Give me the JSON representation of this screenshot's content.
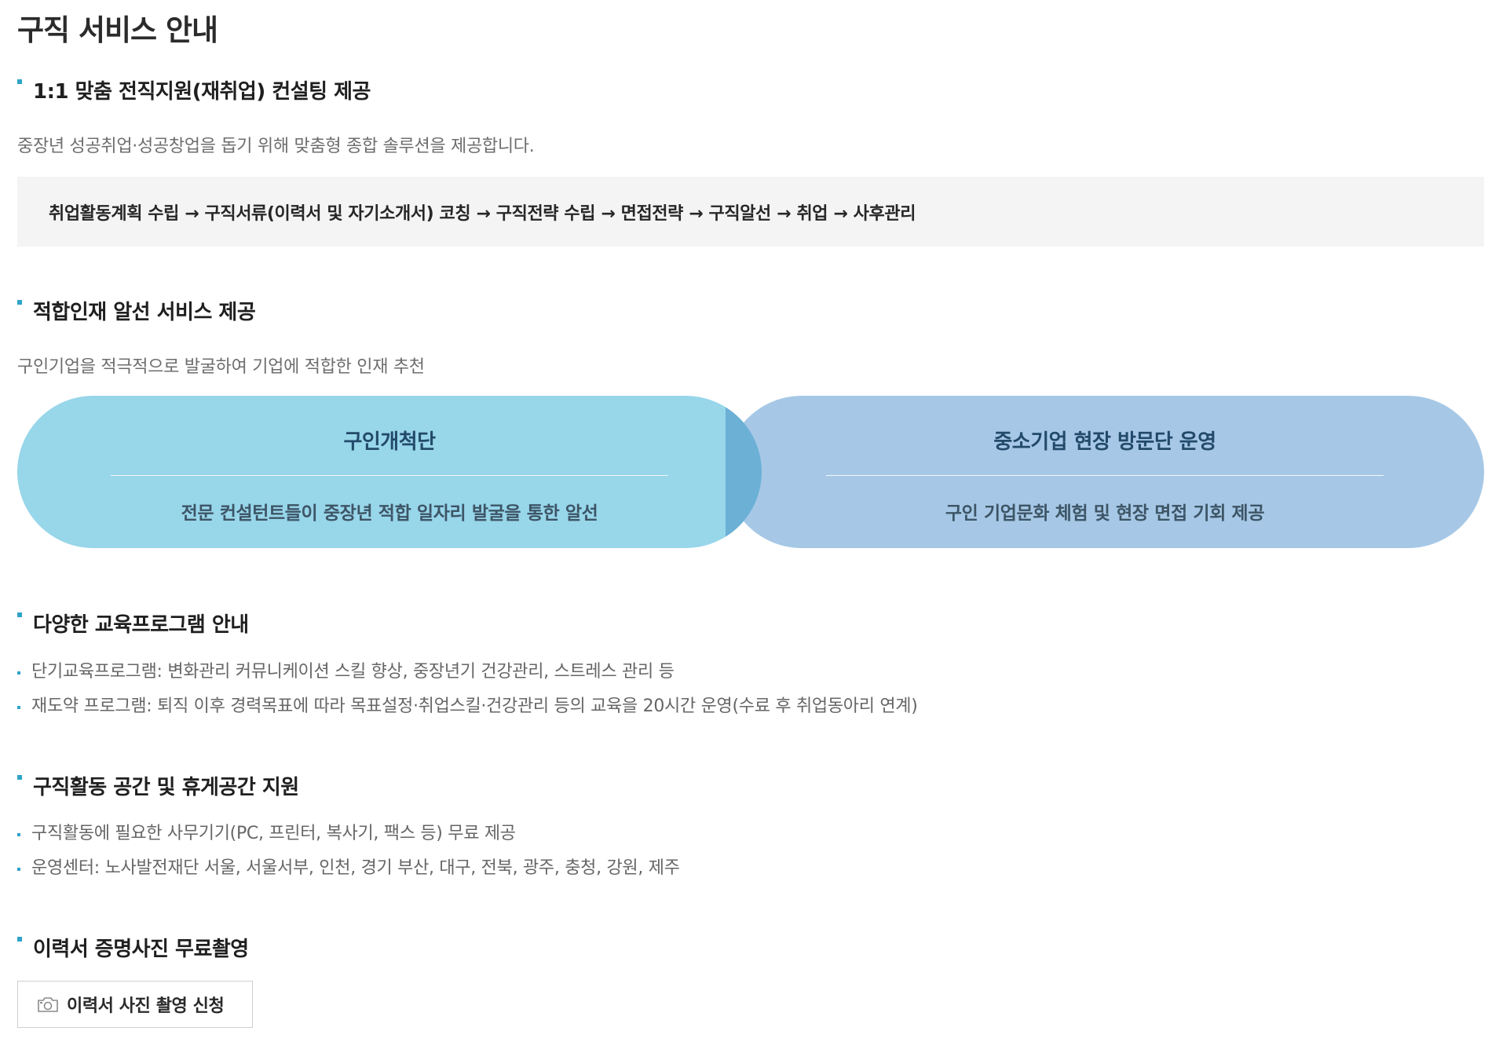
{
  "page": {
    "title": "구직 서비스 안내"
  },
  "sections": {
    "consulting": {
      "title": "1:1 맞춤 전직지원(재취업) 컨설팅 제공",
      "description": "중장년 성공취업·성공창업을 돕기 위해 맞춤형 종합 솔루션을 제공합니다.",
      "flow": "취업활동계획 수립 → 구직서류(이력서 및 자기소개서) 코칭 → 구직전략 수립 → 면접전략 → 구직알선 → 취업 → 사후관리"
    },
    "matching": {
      "title": "적합인재 알선 서비스 제공",
      "description": "구인기업을 적극적으로 발굴하여 기업에 적합한 인재 추천",
      "left": {
        "title": "구인개척단",
        "description": "전문 컨설턴트들이 중장년 적합 일자리 발굴을 통한 알선"
      },
      "right": {
        "title": "중소기업 현장 방문단 운영",
        "description": "구인 기업문화 체험 및 현장 면접 기회 제공"
      },
      "colors": {
        "left": "#98d6ea",
        "right": "#a6c8e6",
        "overlap": "#6cb0d6"
      }
    },
    "education": {
      "title": "다양한 교육프로그램 안내",
      "items": [
        "단기교육프로그램: 변화관리 커뮤니케이션 스킬 향상, 중장년기 건강관리, 스트레스 관리 등",
        "재도약 프로그램: 퇴직 이후 경력목표에 따라 목표설정·취업스킬·건강관리 등의 교육을 20시간 운영(수료 후 취업동아리 연계)"
      ]
    },
    "space": {
      "title": "구직활동 공간 및 휴게공간 지원",
      "items": [
        "구직활동에 필요한 사무기기(PC, 프린터, 복사기, 팩스 등) 무료 제공",
        "운영센터: 노사발전재단 서울, 서울서부, 인천, 경기 부산, 대구, 전북, 광주, 충청, 강원, 제주"
      ]
    },
    "photo": {
      "title": "이력서 증명사진 무료촬영",
      "button_label": "이력서 사진 촬영 신청",
      "button_icon": "camera-icon"
    }
  },
  "colors": {
    "accent": "#2fa3c9",
    "flow_background": "#f4f4f4"
  }
}
